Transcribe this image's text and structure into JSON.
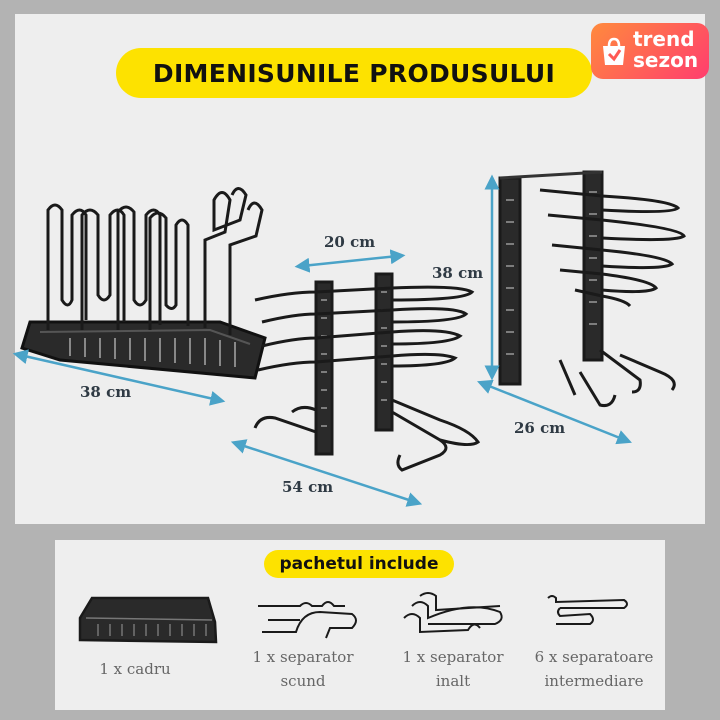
{
  "header": {
    "title": "DIMENISUNILE PRODUSULUI"
  },
  "brand": {
    "name_line1": "trend",
    "name_line2": "sezon",
    "colors": {
      "gradient_start": "#ff8a3d",
      "gradient_end": "#ff3d6e"
    }
  },
  "dimensions": {
    "base_length": "38 cm",
    "rack_width": "20 cm",
    "rack_length": "54 cm",
    "rack_height": "38 cm",
    "rack_depth": "26 cm"
  },
  "package": {
    "heading": "pachetul include",
    "items": [
      {
        "line1": "1 x cadru",
        "line2": "",
        "icon": "frame-icon"
      },
      {
        "line1": "1 x separator",
        "line2": "scund",
        "icon": "short-separator-icon"
      },
      {
        "line1": "1 x separator",
        "line2": "inalt",
        "icon": "tall-separator-icon"
      },
      {
        "line1": "6 x separatoare",
        "line2": "intermediare",
        "icon": "intermediate-separator-icon"
      }
    ]
  },
  "colors": {
    "highlight": "#fde200",
    "dimension_arrow": "#4aa3c8",
    "panel": "#eeeeee",
    "background": "#b3b3b3"
  }
}
